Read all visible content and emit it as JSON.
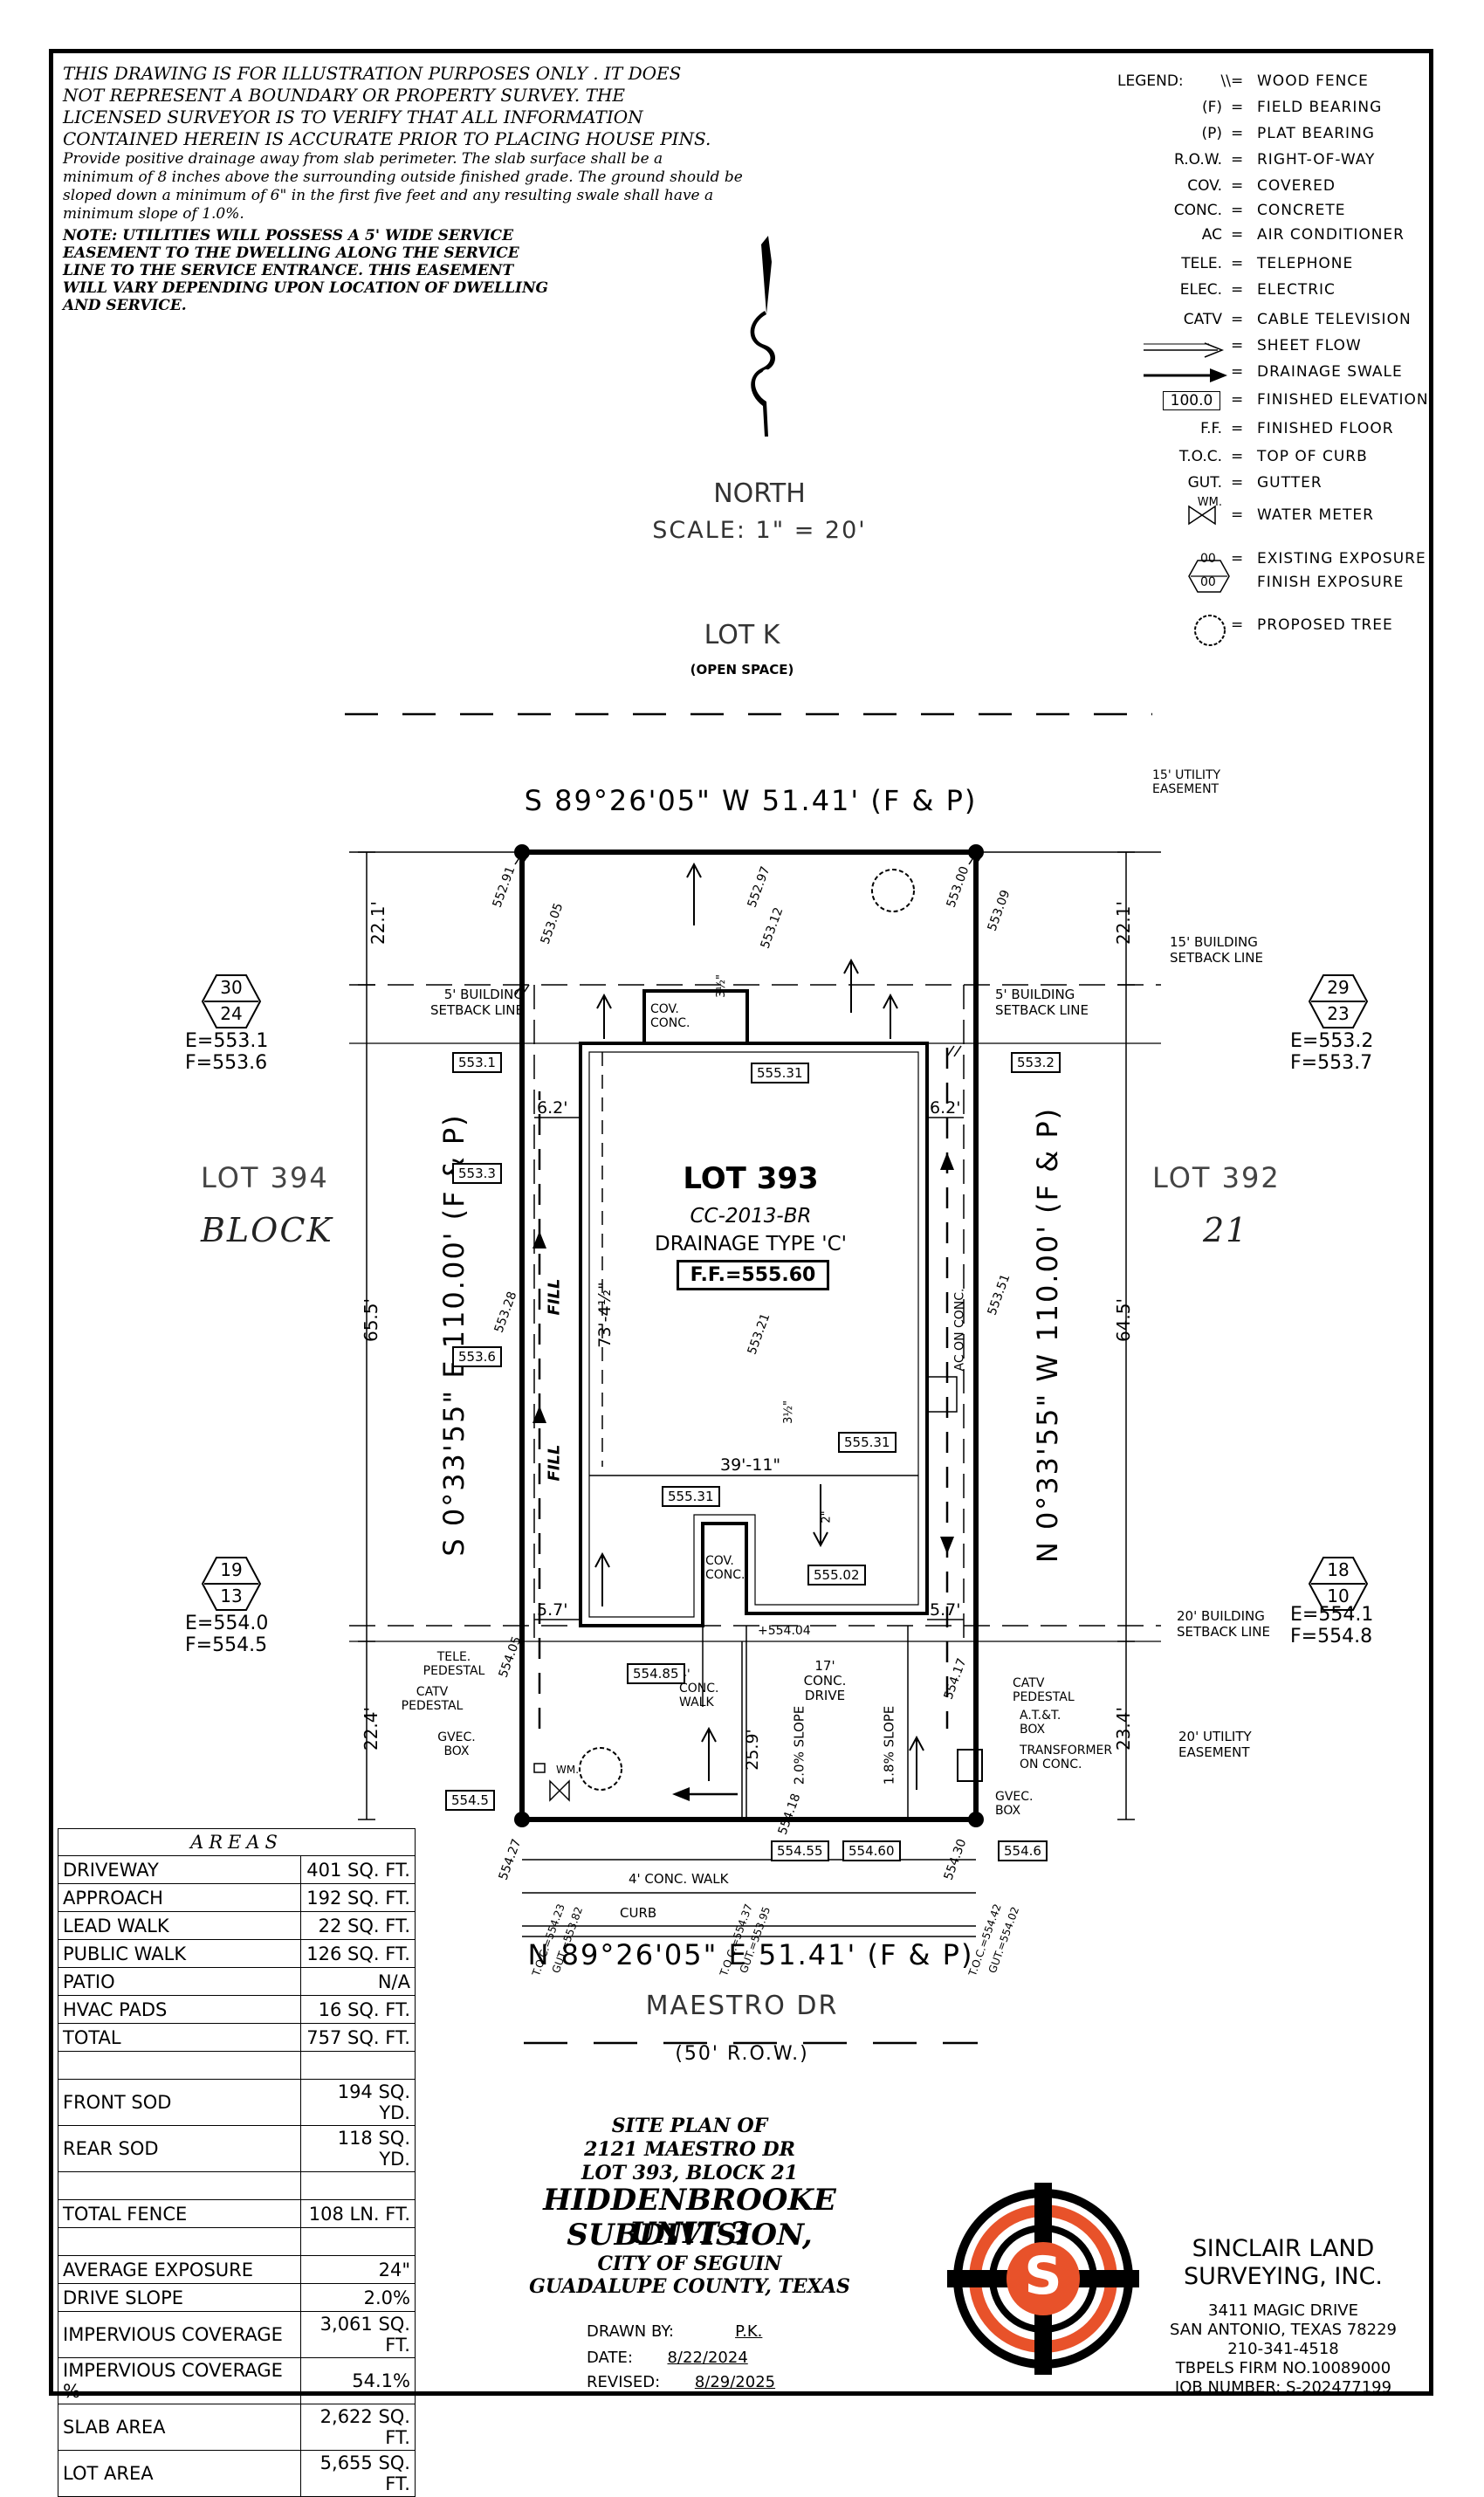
{
  "disclaimer": {
    "lines": [
      "THIS DRAWING IS FOR ILLUSTRATION PURPOSES ONLY . IT DOES",
      "NOT REPRESENT A BOUNDARY OR PROPERTY SURVEY. THE",
      "LICENSED SURVEYOR IS TO VERIFY THAT ALL INFORMATION",
      "CONTAINED HEREIN IS ACCURATE PRIOR TO PLACING HOUSE PINS."
    ],
    "drainage_lines": [
      "Provide positive drainage away from slab perimeter. The slab surface shall be a",
      "minimum of 8 inches above the surrounding outside finished grade. The ground should be",
      "sloped down a minimum of 6\" in the first five feet and any resulting swale shall have a",
      "minimum slope of 1.0%."
    ],
    "utility_lines": [
      "NOTE: UTILITIES WILL POSSESS A 5' WIDE SERVICE",
      "EASEMENT TO THE DWELLING ALONG THE SERVICE",
      "LINE TO THE SERVICE ENTRANCE. THIS EASEMENT",
      "WILL VARY DEPENDING UPON LOCATION OF DWELLING",
      "AND SERVICE."
    ]
  },
  "legend": {
    "title": "LEGEND:",
    "items": [
      {
        "symbol": "\\\\",
        "label": "WOOD FENCE"
      },
      {
        "symbol": "(F)",
        "label": "FIELD BEARING"
      },
      {
        "symbol": "(P)",
        "label": "PLAT BEARING"
      },
      {
        "symbol": "R.O.W.",
        "label": "RIGHT-OF-WAY"
      },
      {
        "symbol": "COV.",
        "label": "COVERED"
      },
      {
        "symbol": "CONC.",
        "label": "CONCRETE"
      },
      {
        "symbol": "AC",
        "label": "AIR CONDITIONER"
      },
      {
        "symbol": "TELE.",
        "label": "TELEPHONE"
      },
      {
        "symbol": "ELEC.",
        "label": "ELECTRIC"
      },
      {
        "symbol": "CATV",
        "label": "CABLE TELEVISION"
      },
      {
        "symbol": "",
        "label": "SHEET FLOW"
      },
      {
        "symbol": "",
        "label": "DRAINAGE SWALE"
      },
      {
        "symbol": "100.0",
        "label": "FINISHED ELEVATION"
      },
      {
        "symbol": "F.F.",
        "label": "FINISHED FLOOR"
      },
      {
        "symbol": "T.O.C.",
        "label": "TOP OF CURB"
      },
      {
        "symbol": "GUT.",
        "label": "GUTTER"
      },
      {
        "symbol": "WM.",
        "label": "WATER METER"
      }
    ],
    "exposure_label_1": "EXISTING EXPOSURE",
    "exposure_label_2": "FINISH EXPOSURE",
    "exposure_sym": "00",
    "tree_label": "PROPOSED TREE",
    "eq": "="
  },
  "north": {
    "label": "NORTH",
    "scale": "SCALE:  1\"  =  20'"
  },
  "plan": {
    "lot_k": "LOT K",
    "open_space": "(OPEN SPACE)",
    "north_bearing": "S 89°26'05\" W 51.41' (F & P)",
    "south_bearing": "N 89°26'05\" E 51.41' (F & P)",
    "west_bearing": "S 0°33'55\" E 110.00' (F & P)",
    "east_bearing": "N 0°33'55\" W 110.00' (F & P)",
    "utility_15": "15' UTILITY EASEMENT",
    "bsl_15": "15' BUILDING SETBACK LINE",
    "bsl_5_left": "5' BUILDING SETBACK LINE",
    "bsl_5_right": "5' BUILDING SETBACK LINE",
    "bsl_20": "20' BUILDING SETBACK LINE",
    "utility_20": "20' UTILITY EASEMENT",
    "lot_394": "LOT 394",
    "block_word": "BLOCK",
    "lot_392": "LOT 392",
    "block_num": "21",
    "lot_393": "LOT 393",
    "plan_code": "CC-2013-BR",
    "drainage_type": "DRAINAGE TYPE 'C'",
    "ff": "F.F.=555.60",
    "dim_22_1_l": "22.1'",
    "dim_22_1_r": "22.1'",
    "dim_65_5": "65.5'",
    "dim_64_5": "64.5'",
    "dim_22_4": "22.4'",
    "dim_23_4": "23.4'",
    "dim_6_2_l": "6.2'",
    "dim_6_2_r": "6.2'",
    "dim_5_7_l": "5.7'",
    "dim_5_7_r": "5.7'",
    "dim_73": "73'-4½\"",
    "dim_39": "39'-11\"",
    "dim_25_9": "25.9'",
    "cov_conc": "COV. CONC.",
    "cov_conc_2": "COV. CONC.",
    "ac_on_conc": "AC ON CONC.",
    "conc_walk": "4' CONC. WALK",
    "drive": "17' CONC. DRIVE",
    "slope_1": "2.0% SLOPE",
    "slope_2": "1.8% SLOPE",
    "walk_4": "4' CONC. WALK",
    "curb": "CURB",
    "fill": "FILL",
    "maestro": "MAESTRO DR",
    "row": "(50' R.O.W.)",
    "tele_pedestal": "TELE. PEDESTAL",
    "catv_pedestal_l": "CATV PEDESTAL",
    "gvec_l": "GVEC. BOX",
    "wm": "WM.",
    "catv_pedestal_r": "CATV PEDESTAL",
    "att_box": "A.T.&T. BOX",
    "transformer": "TRANSFORMER ON CONC.",
    "gvec_r": "GVEC. BOX",
    "fall_3_5": "3½\"",
    "fall_2": "2\"",
    "elev_boxes": {
      "e553_1": "553.1",
      "e553_3": "553.3",
      "e553_6": "553.6",
      "e554_5": "554.5",
      "e555_31_a": "555.31",
      "e555_31_b": "555.31",
      "e555_31_c": "555.31",
      "e553_2": "553.2",
      "e554_85": "554.85",
      "e555_02": "555.02",
      "e554_55": "554.55",
      "e554_60": "554.60",
      "e554_6": "554.6"
    },
    "spot": {
      "s552_91": "552.91",
      "s553_05": "553.05",
      "s552_97": "552.97",
      "s553_12": "553.12",
      "s553_00": "553.00",
      "s553_09": "553.09",
      "s553_28": "553.28",
      "s553_21": "553.21",
      "s553_51": "553.51",
      "s554_05": "554.05",
      "s554_04": "+554.04",
      "s554_18": "554.18",
      "s554_17": "554.17",
      "s554_27": "554.27",
      "s554_30": "554.30",
      "toc_1": "T.O.C.=554.23",
      "gut_1": "GUT.=553.82",
      "toc_2": "T.O.C.=554.37",
      "gut_2": "GUT.=553.95",
      "toc_3": "T.O.C.=554.42",
      "gut_3": "GUT.=554.02"
    },
    "exposures": {
      "nw": {
        "top": "30",
        "bot": "24",
        "e": "E=553.1",
        "f": "F=553.6"
      },
      "ne": {
        "top": "29",
        "bot": "23",
        "e": "E=553.2",
        "f": "F=553.7"
      },
      "sw": {
        "top": "19",
        "bot": "13",
        "e": "E=554.0",
        "f": "F=554.5"
      },
      "se": {
        "top": "18",
        "bot": "10",
        "e": "E=554.1",
        "f": "F=554.8"
      }
    }
  },
  "areas": {
    "title": "AREAS",
    "rows": [
      {
        "label": "DRIVEWAY",
        "value": "401 SQ. FT."
      },
      {
        "label": "APPROACH",
        "value": "192 SQ. FT."
      },
      {
        "label": "LEAD WALK",
        "value": "22 SQ. FT."
      },
      {
        "label": "PUBLIC WALK",
        "value": "126 SQ. FT."
      },
      {
        "label": "PATIO",
        "value": "N/A"
      },
      {
        "label": "HVAC PADS",
        "value": "16 SQ. FT."
      },
      {
        "label": "TOTAL",
        "value": "757 SQ. FT."
      },
      {
        "label": "",
        "value": ""
      },
      {
        "label": "FRONT SOD",
        "value": "194 SQ. YD."
      },
      {
        "label": "REAR SOD",
        "value": "118 SQ. YD."
      },
      {
        "label": "",
        "value": ""
      },
      {
        "label": "TOTAL FENCE",
        "value": "108 LN. FT."
      },
      {
        "label": "",
        "value": ""
      },
      {
        "label": "AVERAGE EXPOSURE",
        "value": "24\""
      },
      {
        "label": "DRIVE SLOPE",
        "value": "2.0%"
      },
      {
        "label": "IMPERVIOUS COVERAGE",
        "value": "3,061 SQ. FT."
      },
      {
        "label": "IMPERVIOUS COVERAGE %",
        "value": "54.1%"
      },
      {
        "label": "SLAB AREA",
        "value": "2,622 SQ. FT."
      },
      {
        "label": "LOT AREA",
        "value": "5,655 SQ. FT."
      }
    ]
  },
  "title_block": {
    "l1": "SITE PLAN OF",
    "l2": "2121 MAESTRO DR",
    "l3": "LOT 393, BLOCK 21",
    "l4": "HIDDENBROOKE SUBDIVISION,",
    "l5": "UNIT 3",
    "l6": "CITY OF SEGUIN",
    "l7": "GUADALUPE COUNTY, TEXAS",
    "drawn_by_label": "DRAWN  BY:",
    "drawn_by": "P.K.",
    "date_label": "DATE:",
    "date": "8/22/2024",
    "revised_label": "REVISED:",
    "revised": "8/29/2025"
  },
  "firm": {
    "name1": "SINCLAIR LAND",
    "name2": "SURVEYING, INC.",
    "addr1": "3411 MAGIC DRIVE",
    "addr2": "SAN ANTONIO, TEXAS 78229",
    "phone": "210-341-4518",
    "tbpels": "TBPELS FIRM NO.10089000",
    "job": "JOB NUMBER: S-202477199",
    "logo_letter": "S",
    "logo_color": "#e8522a"
  }
}
